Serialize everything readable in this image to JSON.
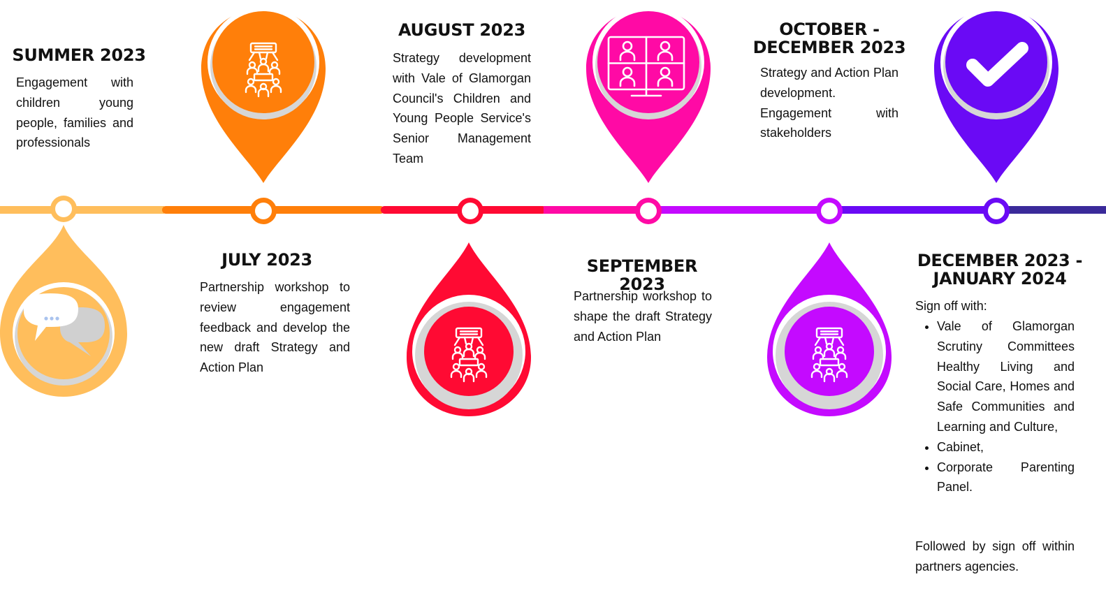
{
  "milestones": [
    {
      "title": "SUMMER 2023",
      "text": "Engagement with children young people, families and professionals",
      "color": "#FFBE5C",
      "icon": "speech-bubbles-icon"
    },
    {
      "title": "JULY 2023",
      "text": "Partnership workshop to review engagement feedback and develop the new draft Strategy and Action Plan",
      "color": "#FF7F0A",
      "icon": "meeting-table-icon"
    },
    {
      "title": "AUGUST 2023",
      "text": "Strategy development with Vale of Glamorgan Council's Children and Young People Service's Senior Management Team",
      "color": "#FF0A33",
      "icon": "meeting-table-icon"
    },
    {
      "title": "SEPTEMBER 2023",
      "text": "Partnership workshop to shape the draft Strategy and Action Plan",
      "color": "#FF0AA5",
      "icon": "video-conference-icon"
    },
    {
      "title_line1": "OCTOBER -",
      "title_line2": "DECEMBER 2023",
      "text": "Strategy and Action Plan development. Engagement with stakeholders",
      "color": "#C40AFF",
      "icon": "meeting-table-icon"
    },
    {
      "title_line1": "DECEMBER 2023 -",
      "title_line2": "JANUARY 2024",
      "intro": "Sign off with:",
      "bullets": [
        "Vale of Glamorgan Scrutiny Committees Healthy Living and Social Care, Homes and Safe Communities and Learning and Culture,",
        "Cabinet,",
        "Corporate Parenting Panel."
      ],
      "footer": "Followed by sign off within partners agencies.",
      "color": "#6A0AF5",
      "icon": "checkmark-icon"
    }
  ],
  "line_colors": [
    "#FFBE5C",
    "#FF7F0A",
    "#FF0A33",
    "#FF0AA5",
    "#C40AFF",
    "#6A0AF5",
    "#3A2A9A"
  ]
}
